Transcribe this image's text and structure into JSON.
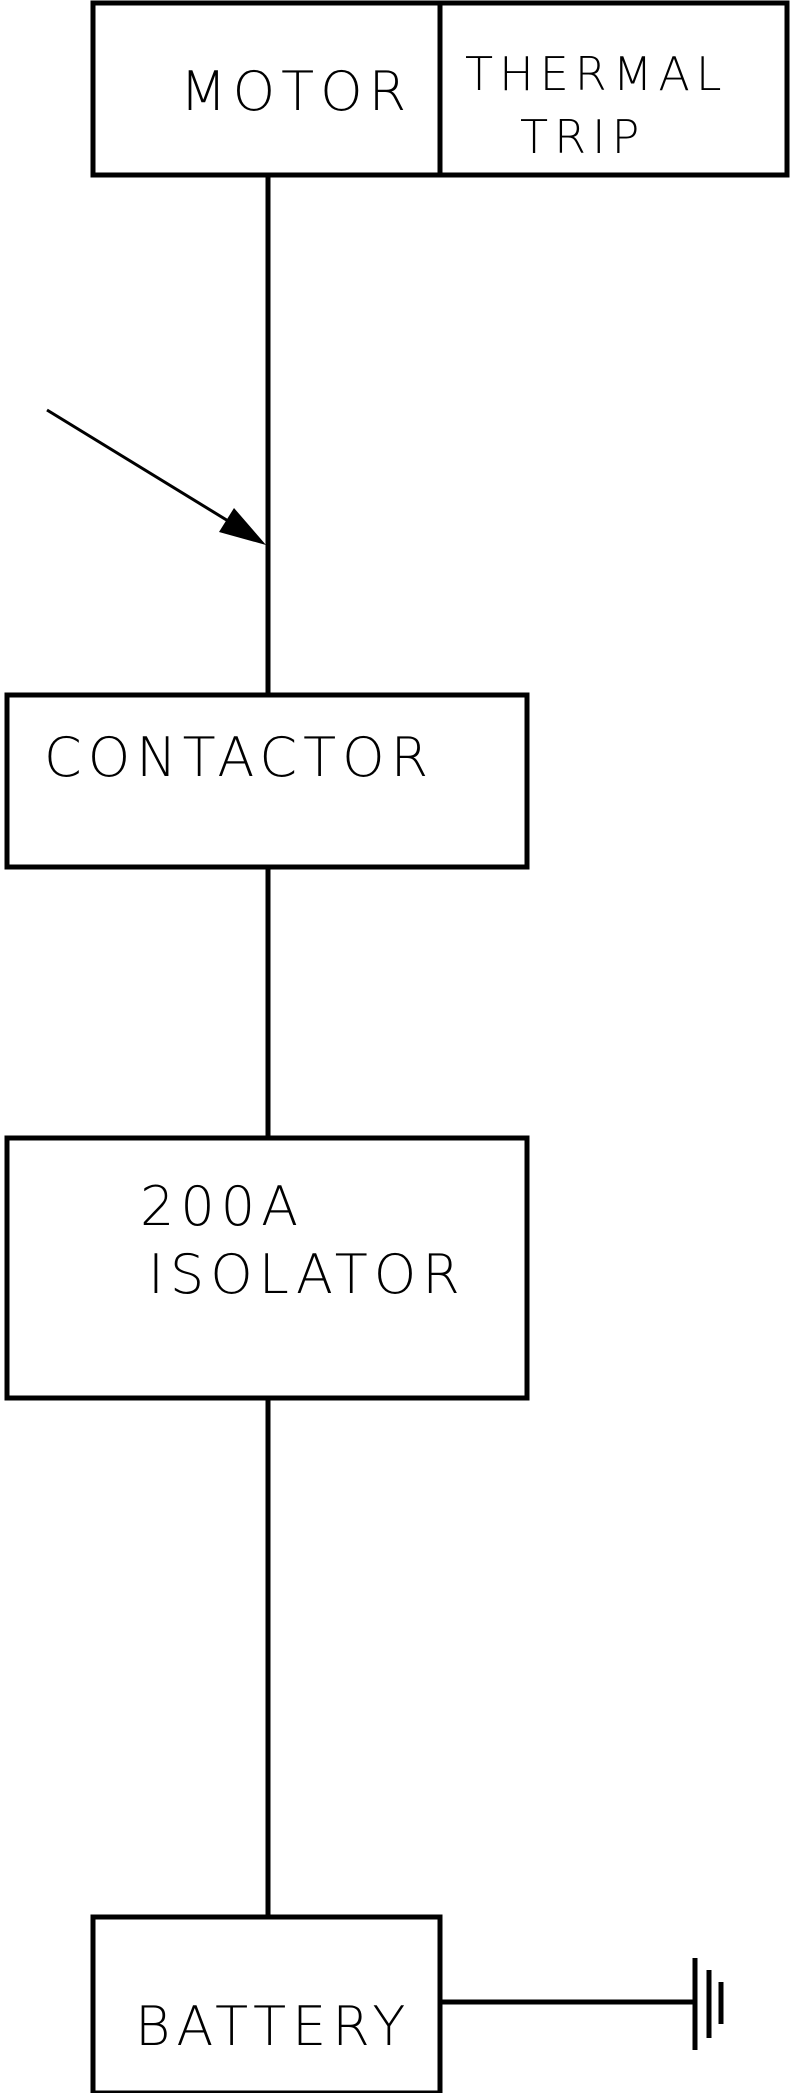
{
  "diagram": {
    "motor": {
      "label": "MOTOR"
    },
    "thermal_trip": {
      "line1": "THERMAL",
      "line2": "TRIP"
    },
    "contactor": {
      "label": "CONTACTOR"
    },
    "isolator": {
      "line1": "200A",
      "line2": "ISOLATOR"
    },
    "battery": {
      "label": "BATTERY"
    }
  }
}
